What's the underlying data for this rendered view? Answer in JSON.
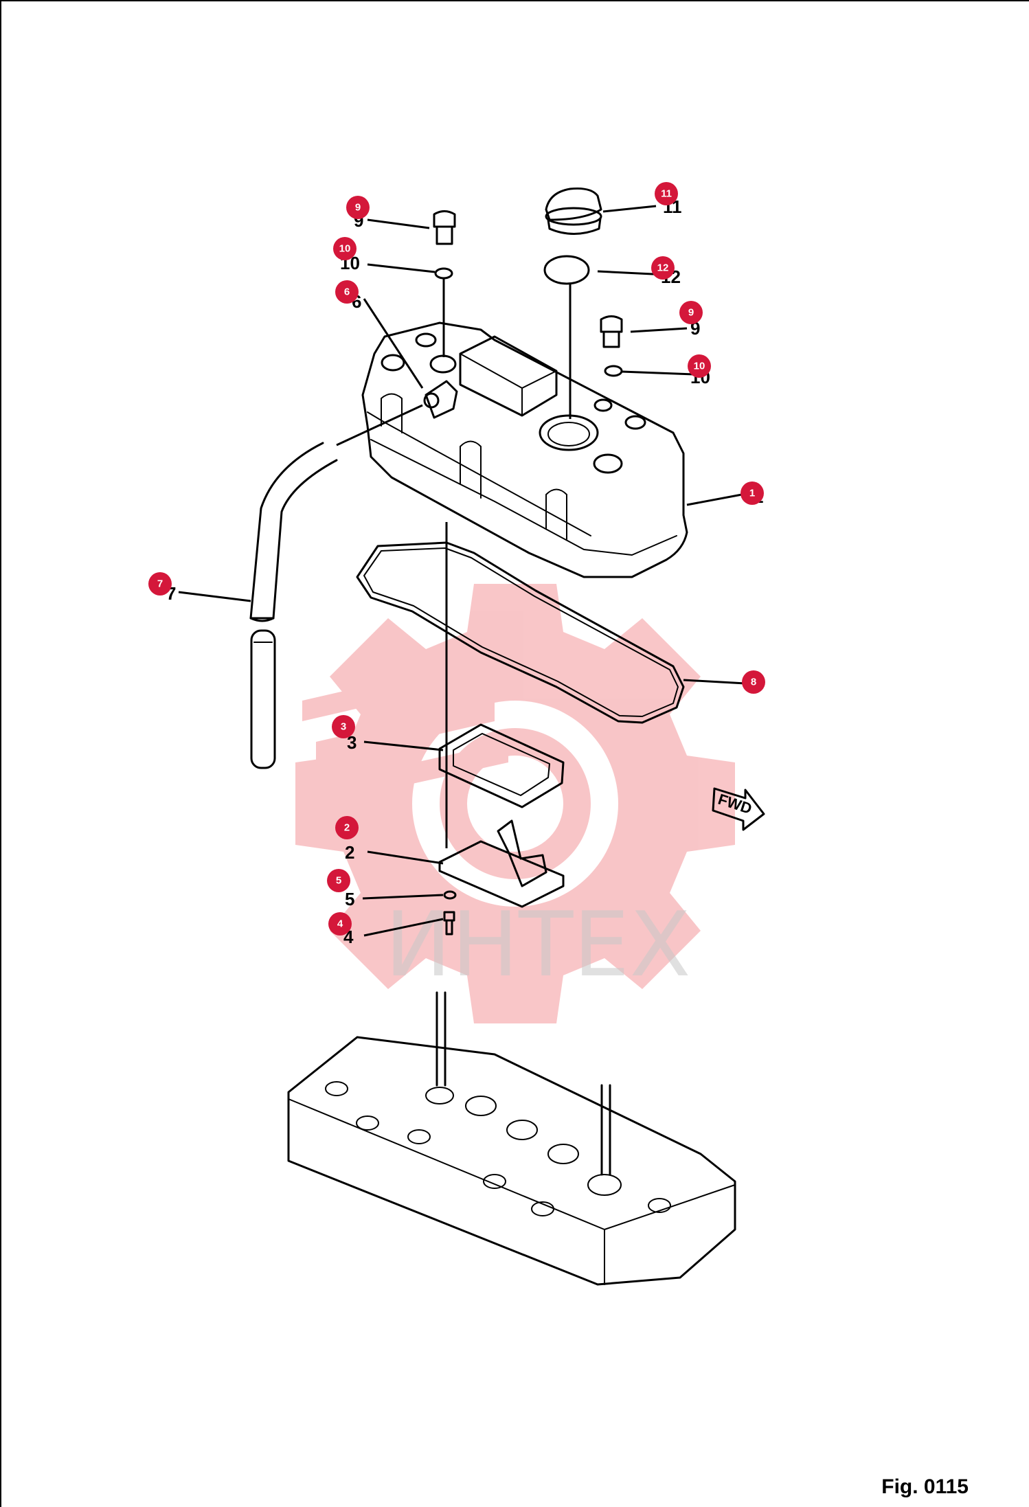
{
  "figure_label": "Fig. 0115",
  "watermark": {
    "text": "ИНТЕХ",
    "color": "#e8343a"
  },
  "forward_marker": "FWD",
  "badge_color": "#d4173a",
  "callouts": [
    {
      "id": "1",
      "badge": "1",
      "label": "1"
    },
    {
      "id": "2",
      "badge": "2",
      "label": "2"
    },
    {
      "id": "3",
      "badge": "3",
      "label": "3"
    },
    {
      "id": "4",
      "badge": "4",
      "label": "4"
    },
    {
      "id": "5",
      "badge": "5",
      "label": "5"
    },
    {
      "id": "6",
      "badge": "6",
      "label": "6"
    },
    {
      "id": "7",
      "badge": "7",
      "label": "7"
    },
    {
      "id": "8",
      "badge": "8",
      "label": "8"
    },
    {
      "id": "9a",
      "badge": "9",
      "label": "9"
    },
    {
      "id": "9b",
      "badge": "9",
      "label": "9"
    },
    {
      "id": "10a",
      "badge": "10",
      "label": "10"
    },
    {
      "id": "10b",
      "badge": "10",
      "label": "10"
    },
    {
      "id": "11",
      "badge": "11",
      "label": "11"
    },
    {
      "id": "12",
      "badge": "12",
      "label": "12"
    }
  ]
}
